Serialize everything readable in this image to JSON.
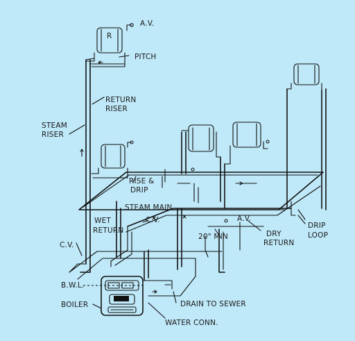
{
  "labels": {
    "av_top": "A.V.",
    "radiator_r": "R",
    "pitch": "PITCH",
    "return_riser_1": "RETURN",
    "return_riser_2": "RISER",
    "steam_riser_1": "STEAM",
    "steam_riser_2": "RISER",
    "rise_drip_1": "RISE &",
    "rise_drip_2": "DRIP",
    "steam_main": "STEAM MAIN",
    "wet_return_1": "WET",
    "wet_return_2": "RETURN",
    "cv_mid": "C.V.",
    "av_mid": "A.V.",
    "min_20": "20\" MIN",
    "dry_return_1": "DRY",
    "dry_return_2": "RETURN",
    "drip_loop_1": "DRIP",
    "drip_loop_2": "LOOP",
    "cv_left": "C.V.",
    "bwl": "B.W.L.",
    "boiler": "BOILER",
    "drain": "DRAIN TO SEWER",
    "water_conn": "WATER CONN."
  },
  "colors": {
    "background": "#bfe8f8",
    "ink": "#111111"
  }
}
